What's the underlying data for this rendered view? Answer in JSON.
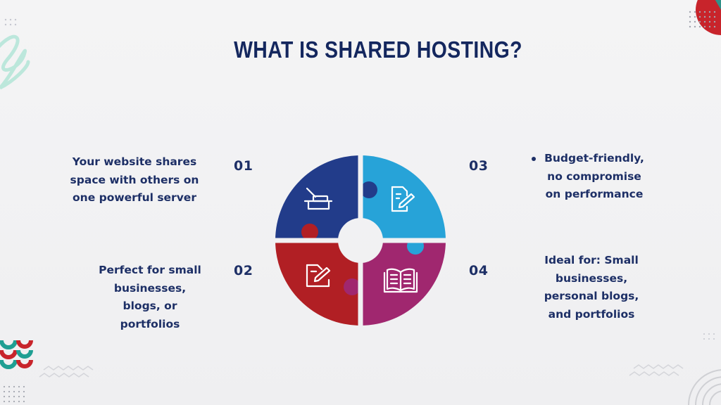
{
  "title": "WHAT IS SHARED HOSTING?",
  "items": [
    {
      "number": "01",
      "text": "Your website shares\nspace with others on\none powerful server",
      "icon": "desk-icon",
      "color": "#223c8a"
    },
    {
      "number": "02",
      "text": "Perfect for small\nbusinesses,\nblogs, or\nportfolios",
      "icon": "edit-document-icon",
      "color": "#b11f24"
    },
    {
      "number": "03",
      "text": "Budget-friendly,\nno compromise\non performance",
      "icon": "document-pen-icon",
      "color": "#27a3d8"
    },
    {
      "number": "04",
      "text": "Ideal for: Small\nbusinesses,\npersonal blogs,\nand portfolios",
      "icon": "open-book-icon",
      "color": "#a0276f"
    }
  ],
  "colors": {
    "title": "#14275e",
    "text": "#1d2f66",
    "mint": "#8fd9c5",
    "red": "#c8242b",
    "teal": "#1f9f93"
  }
}
